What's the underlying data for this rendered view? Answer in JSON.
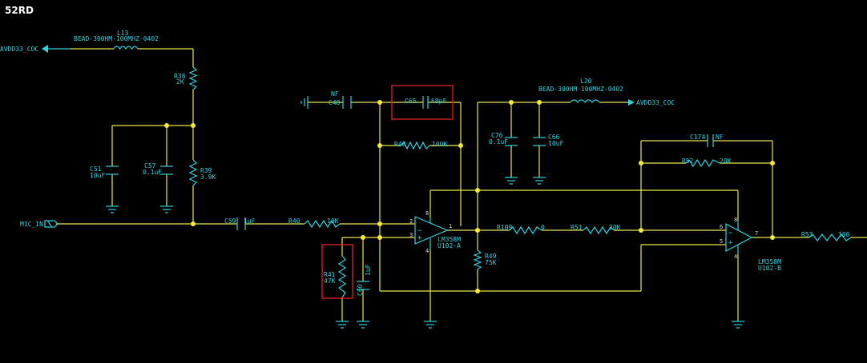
{
  "corner_tag": "52RD",
  "net_labels": {
    "avdd_left": "AVDD33_COC",
    "avdd_right": "AVDD33_COC",
    "mic_in": "MIC_IN"
  },
  "components": {
    "l13": {
      "ref": "L13",
      "value": "BEAD-300HM-100MHZ-0402"
    },
    "l20": {
      "ref": "L20",
      "value": "BEAD-300HM-100MHZ-0402"
    },
    "r38": {
      "ref": "R38",
      "value": "2K"
    },
    "r39": {
      "ref": "R39",
      "value": "3.9K"
    },
    "c51": {
      "ref": "C51",
      "value": "10uF"
    },
    "c57": {
      "ref": "C57",
      "value": "0.1uF"
    },
    "c59": {
      "ref": "C59",
      "value": "1uF"
    },
    "r40": {
      "ref": "R40",
      "value": "10K"
    },
    "c48": {
      "ref": "C48",
      "value": "NF"
    },
    "c65": {
      "ref": "C65",
      "value": "68pF"
    },
    "r48": {
      "ref": "R48",
      "value": "100K"
    },
    "c76": {
      "ref": "C76",
      "value": "0.1uF"
    },
    "c66": {
      "ref": "C66",
      "value": "10uF"
    },
    "r41": {
      "ref": "R41",
      "value": "47K"
    },
    "c60": {
      "ref": "C60",
      "value": "1uF"
    },
    "u102a": {
      "ref": "U102-A",
      "part": "LM358M"
    },
    "r49": {
      "ref": "R49",
      "value": "75K"
    },
    "r109": {
      "ref": "R109",
      "value": "0"
    },
    "r51": {
      "ref": "R51",
      "value": "20K"
    },
    "c174": {
      "ref": "C174",
      "value": "NF"
    },
    "r52": {
      "ref": "R52",
      "value": "20K"
    },
    "u102b": {
      "ref": "U102-B",
      "part": "LM358M"
    },
    "r53": {
      "ref": "R53",
      "value": "100"
    }
  },
  "pins": {
    "u1_in_neg": "2",
    "u1_in_pos": "3",
    "u1_out": "1",
    "u1_vcc": "8",
    "u1_gnd": "4",
    "u2_in_neg": "6",
    "u2_in_pos": "5",
    "u2_out": "7",
    "u2_vcc": "8",
    "u2_gnd": "4"
  },
  "colors": {
    "background": "#000000",
    "wire": "#e8e84a",
    "component": "#2fd3e0",
    "junction": "#f5ea3a",
    "highlight": "#d42020"
  }
}
